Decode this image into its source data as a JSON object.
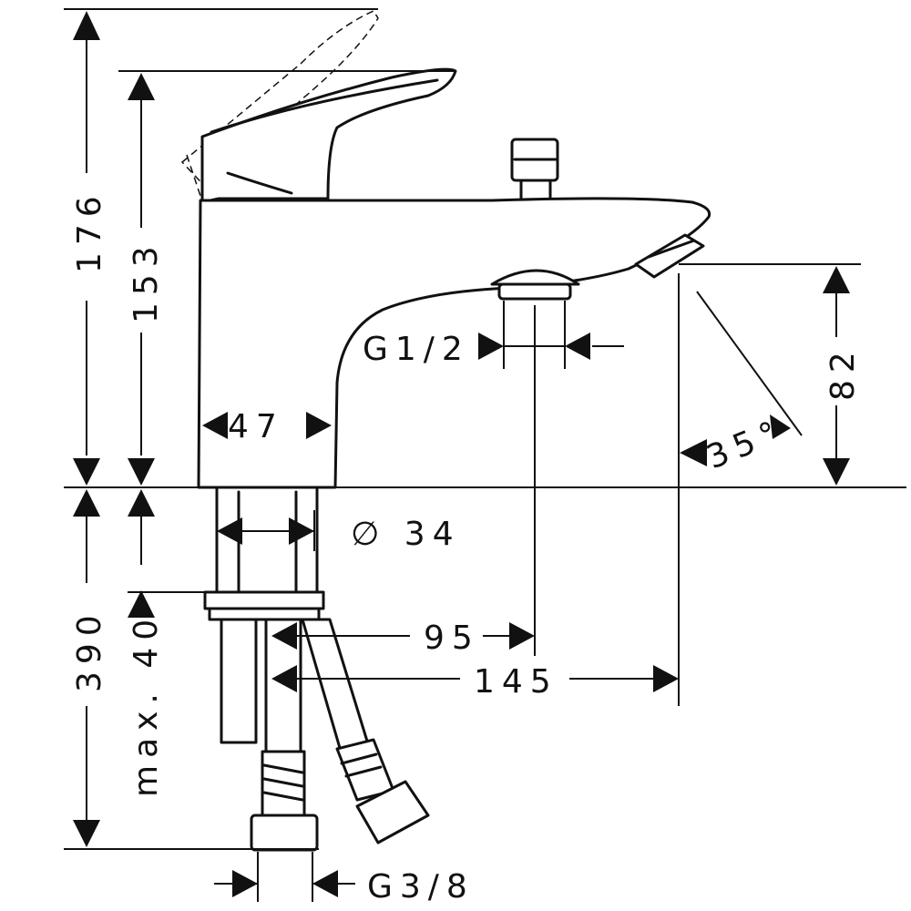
{
  "dimensions": {
    "total_height": "176",
    "body_height": "153",
    "body_width": "47",
    "outlet_thread": "G1/2",
    "spout_drop": "82",
    "spout_angle": "35°",
    "shank_diameter": "∅ 34",
    "outlet_offset": "95",
    "spout_reach": "145",
    "below_deck_length": "390",
    "max_deck_thickness": "max. 40",
    "connection_thread": "G3/8"
  }
}
